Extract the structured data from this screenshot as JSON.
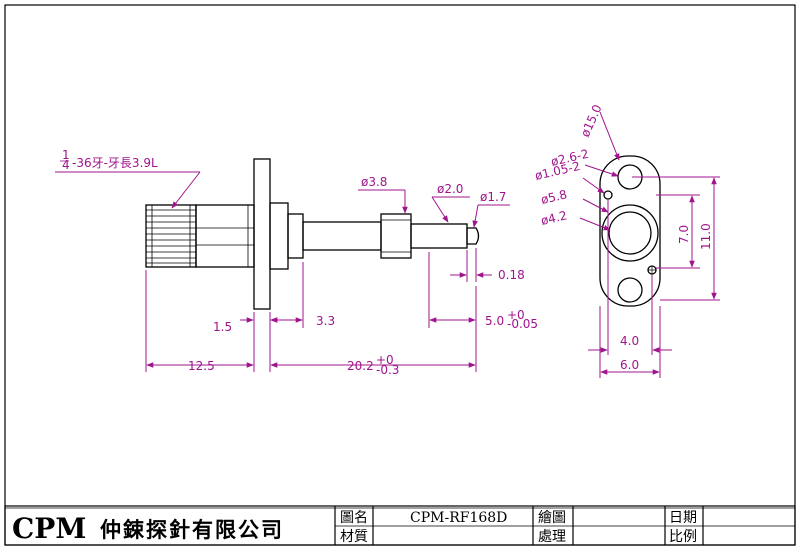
{
  "drawing": {
    "thread_note": {
      "fraction_num": "1",
      "fraction_den": "4",
      "text": "-36牙-牙長3.9L"
    },
    "side_view": {
      "diameters": {
        "d_tip": "ø1.7",
        "d_pin": "ø2.0",
        "d_body": "ø3.8"
      },
      "dims": {
        "gap": "0.18",
        "flange_thk": "1.5",
        "neck": "3.3",
        "tip_len": "5.0",
        "tip_tol_upper": "+0",
        "tip_tol_lower": "-0.05",
        "rear_len": "12.5",
        "front_len": "20.2",
        "front_tol_upper": "+0",
        "front_tol_lower": "-0.3"
      }
    },
    "front_view": {
      "labels": {
        "d15": "ø15.0",
        "d26": "ø2.6-2",
        "d105": "ø1.05-2",
        "d58": "ø5.8",
        "d42": "ø4.2"
      },
      "dims": {
        "h7": "7.0",
        "h11": "11.0",
        "w4": "4.0",
        "w6": "6.0"
      }
    }
  },
  "title_block": {
    "logo": "CPM",
    "company": "仲鋉探針有限公司",
    "drawing_name_label": "圖名",
    "drawing_name_value": "CPM-RF168D",
    "material_label": "材質",
    "material_value": "",
    "drawn_label": "繪圖",
    "drawn_value": "",
    "process_label": "處理",
    "process_value": "",
    "date_label": "日期",
    "date_value": "",
    "scale_label": "比例",
    "scale_value": ""
  },
  "colors": {
    "outline": "#000000",
    "dimension": "#a0148c"
  }
}
